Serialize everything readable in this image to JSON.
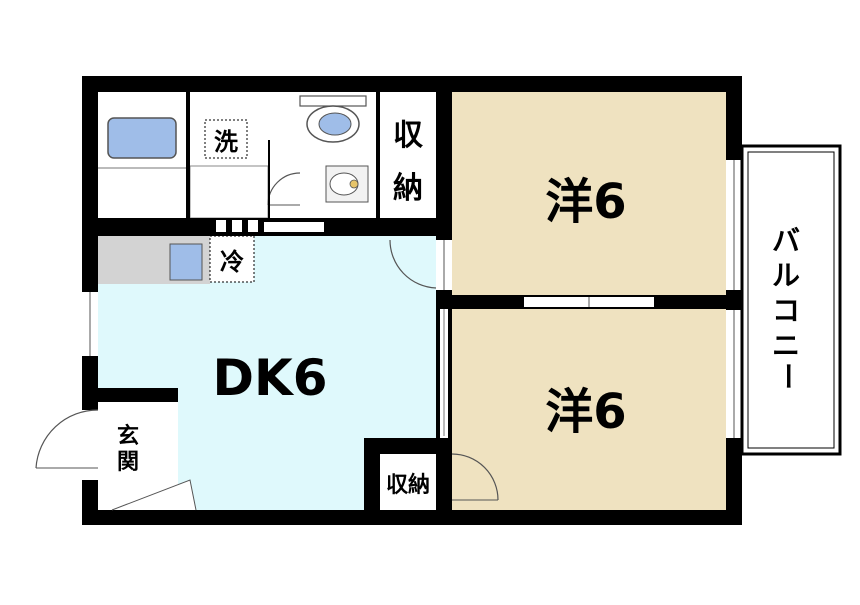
{
  "floorplan": {
    "rooms": {
      "dk": {
        "label": "DK6",
        "color": "#dff9fc"
      },
      "western_upper": {
        "label": "洋6",
        "color": "#efe2c0"
      },
      "western_lower": {
        "label": "洋6",
        "color": "#efe2c0"
      }
    },
    "labels": {
      "laundry": "洗",
      "closet_upper_1": "収",
      "closet_upper_2": "納",
      "fridge": "冷",
      "entrance_1": "玄",
      "entrance_2": "関",
      "closet_lower": "収納",
      "balcony": [
        "バ",
        "ル",
        "コ",
        "ニ",
        "ー"
      ]
    },
    "colors": {
      "wall": "#000000",
      "kitchen_counter": "#d3d3d3",
      "bathtub": "#9fbde8",
      "fixture": "#f2f2f2"
    }
  }
}
